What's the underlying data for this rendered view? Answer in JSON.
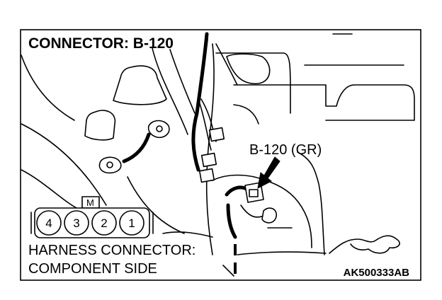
{
  "title": "CONNECTOR: B-120",
  "callout": "B-120 (GR)",
  "connector_face": {
    "key_label": "M",
    "pins": [
      "4",
      "3",
      "2",
      "1"
    ],
    "caption_line1": "HARNESS CONNECTOR:",
    "caption_line2": "COMPONENT SIDE"
  },
  "figure_code": "AK500333AB",
  "colors": {
    "line": "#000000",
    "background": "#ffffff"
  }
}
